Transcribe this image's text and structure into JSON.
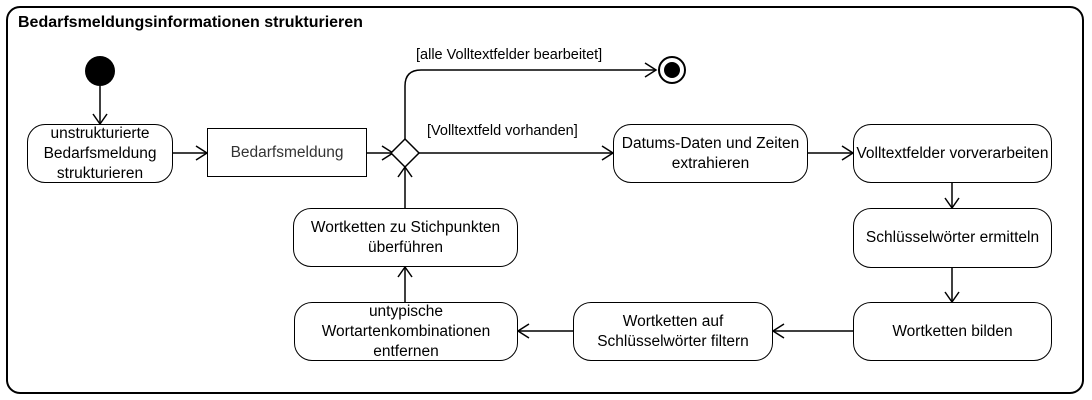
{
  "frame": {
    "title": "Bedarfsmeldungsinformationen strukturieren"
  },
  "nodes": {
    "a1": "unstrukturierte Bedarfsmeldung strukturieren",
    "obj": "Bedarfsmeldung",
    "a2": "Datums-Daten und Zeiten extrahieren",
    "a3": "Volltextfelder vorverarbeiten",
    "a4": "Schlüsselwörter ermitteln",
    "a5": "Wortketten bilden",
    "a6": "Wortketten auf Schlüsselwörter filtern",
    "a7": "untypische Wortartenkombinationen entfernen",
    "a8": "Wortketten zu Stichpunkten überführen"
  },
  "guards": {
    "done": "[alle Volltextfelder bearbeitet]",
    "present": "[Volltextfeld vorhanden]"
  }
}
